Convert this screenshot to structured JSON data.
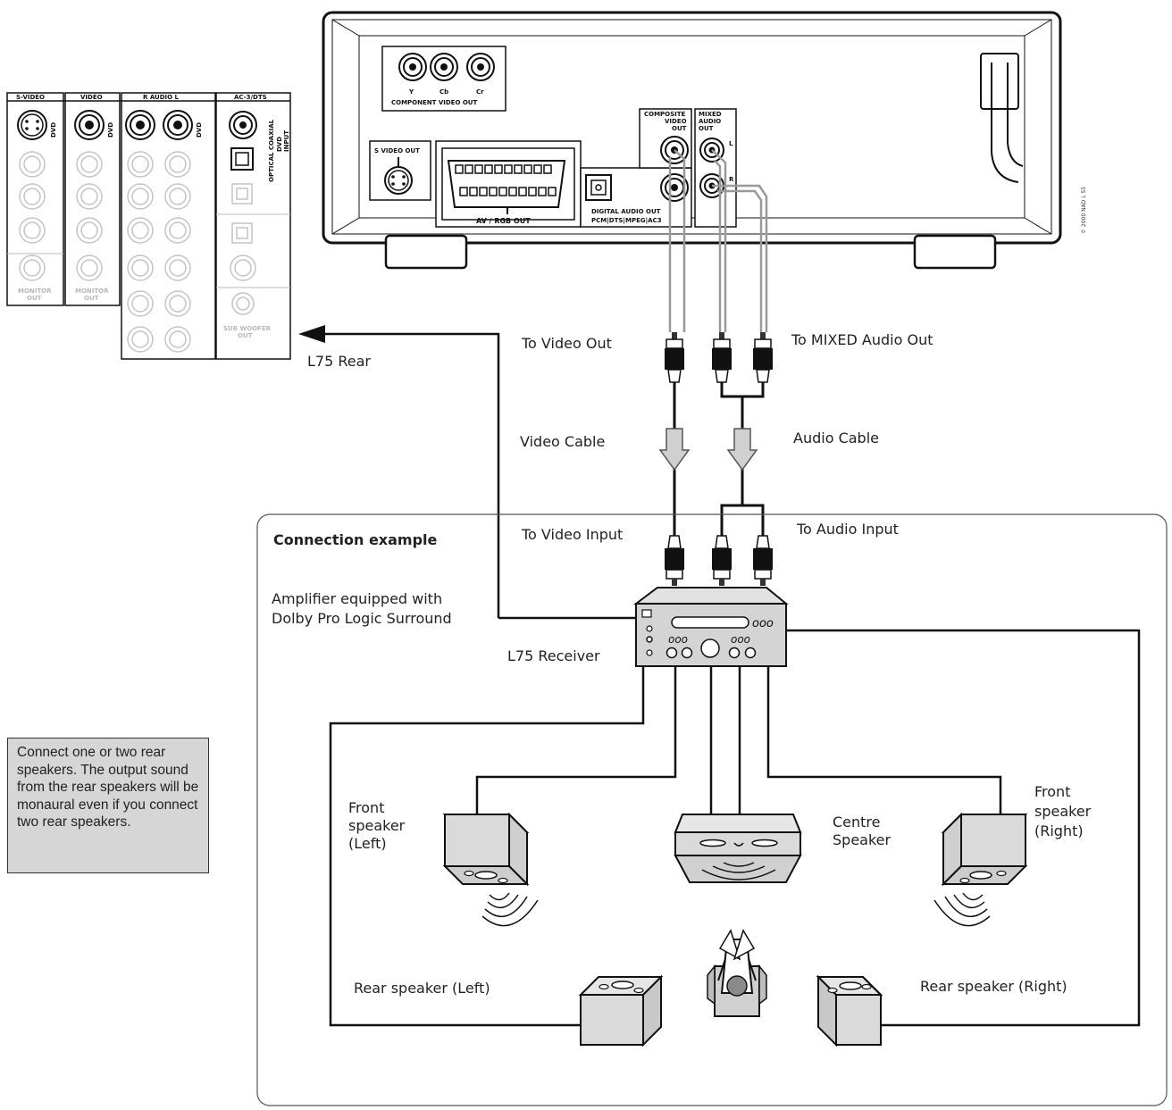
{
  "player": {
    "component_labels": [
      "Y",
      "Cb",
      "Cr"
    ],
    "component_out": "COMPONENT VIDEO OUT",
    "svideo_out": "S VIDEO OUT",
    "av_rgb_out": "AV / RGB OUT",
    "composite": [
      "COMPOSITE",
      "VIDEO",
      "OUT"
    ],
    "mixed": [
      "MIXED",
      "AUDIO",
      "OUT"
    ],
    "mixed_l": "L",
    "mixed_r": "R",
    "digital_out": "DIGITAL AUDIO OUT",
    "digital_formats": "PCM|DTS|MPEG|AC3",
    "copyright": "© 2000 NAD L 55"
  },
  "receiver_panel": {
    "headers": [
      "S-VIDEO",
      "VIDEO",
      "R  AUDIO  L",
      "AC-3/DTS"
    ],
    "dvd": "DVD",
    "optical_coaxial": "OPTICAL COAXIAL",
    "dvd_input": [
      "DVD",
      "INPUT"
    ],
    "monitor_out": [
      "MONITOR",
      "OUT"
    ],
    "sub_woofer_out": [
      "SUB WOOFER",
      "OUT"
    ]
  },
  "labels": {
    "l75_rear": "L75 Rear",
    "to_video_out": "To Video Out",
    "to_mixed_audio_out": "To MIXED Audio Out",
    "video_cable": "Video Cable",
    "audio_cable": "Audio Cable",
    "connection_example": "Connection example",
    "to_video_input": "To Video Input",
    "to_audio_input": "To Audio Input",
    "amp_line1": "Amplifier equipped with",
    "amp_line2": "Dolby Pro Logic Surround",
    "l75_receiver": "L75 Receiver",
    "front_left": [
      "Front",
      "speaker",
      "(Left)"
    ],
    "centre": [
      "Centre",
      "Speaker"
    ],
    "front_right": [
      "Front",
      "speaker",
      "(Right)"
    ],
    "rear_left": "Rear speaker (Left)",
    "rear_right": "Rear speaker (Right)"
  },
  "note": "Connect one or two rear speakers. The output sound from the rear speakers will be monaural even if you connect two rear speakers."
}
